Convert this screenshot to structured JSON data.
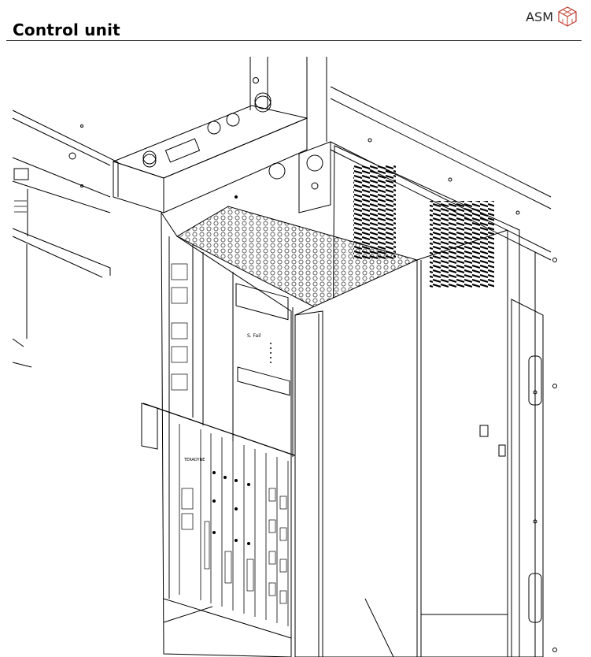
{
  "header": {
    "title": "Control unit",
    "brand": "ASM",
    "brand_color": "#c0392b",
    "logo_icon": "cube-logo-icon"
  },
  "drawing": {
    "panel_label": "S. Fail",
    "card_brand": "TERADYNE"
  }
}
